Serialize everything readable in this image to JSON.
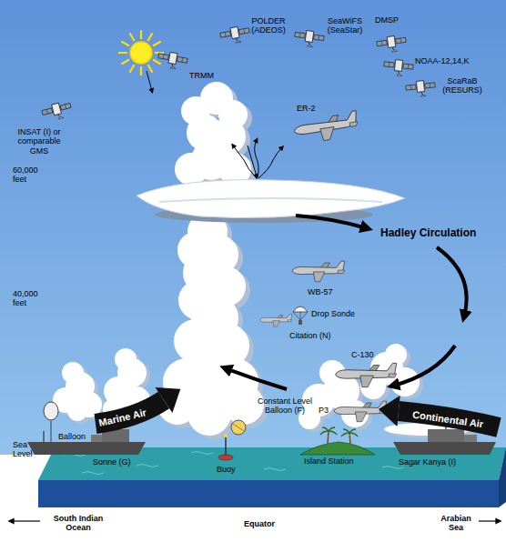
{
  "diagram": {
    "labels": [
      "POLDER (ADEOS)",
      "SeaWiFS (SeaStar)",
      "DMSP",
      "NOAA-12,14,K",
      "TRMM",
      "ScaRaB (RESURS)",
      "INSAT (I) or comparable GMS",
      "ER-2",
      "60,000 feet",
      "40,000 feet",
      "Hadley Circulation",
      "WB-57",
      "Drop Sonde",
      "Citation (N)",
      "C-130",
      "Constant Level Balloon (F)",
      "P3",
      "Marine Air",
      "Continental Air",
      "Balloon",
      "Sea Level",
      "Sonne (G)",
      "Buoy",
      "Island Station",
      "Sagar Kanya (I)",
      "South Indian Ocean",
      "Equator",
      "Arabian Sea"
    ]
  }
}
